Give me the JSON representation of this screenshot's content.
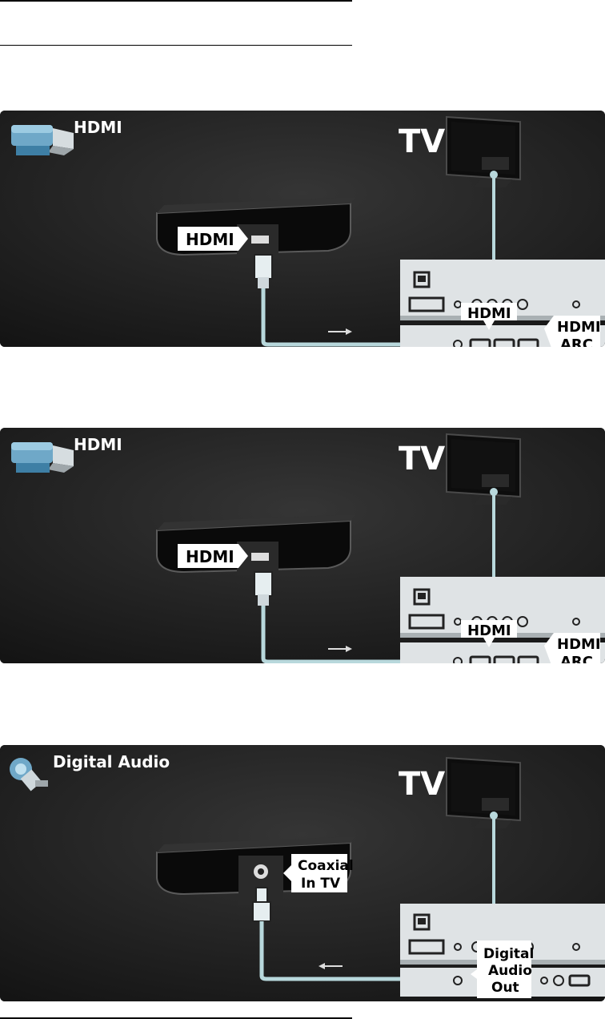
{
  "panels": [
    {
      "type_label": "HDMI",
      "tv_label": "TV",
      "device_port_label": "HDMI",
      "tv_port_label": "HDMI",
      "tv_arc_label_line1": "HDMI",
      "tv_arc_label_line2": "ARC",
      "cable_direction": "right"
    },
    {
      "type_label": "HDMI",
      "tv_label": "TV",
      "device_port_label": "HDMI",
      "tv_port_label": "HDMI",
      "tv_arc_label_line1": "HDMI",
      "tv_arc_label_line2": "ARC",
      "cable_direction": "right"
    },
    {
      "type_label": "Digital Audio",
      "tv_label": "TV",
      "device_port_label_line1": "Coaxial",
      "device_port_label_line2": "In TV",
      "tv_port_label_line1": "Digital",
      "tv_port_label_line2": "Audio",
      "tv_port_label_line3": "Out",
      "cable_direction": "left"
    }
  ],
  "colors": {
    "panel_bg": "#1a1a1a",
    "panel_bg_light": "#2c2c2c",
    "tv_panel": "#dfe3e5",
    "cable": "#b8d8dc",
    "label_bg": "#ffffff"
  }
}
